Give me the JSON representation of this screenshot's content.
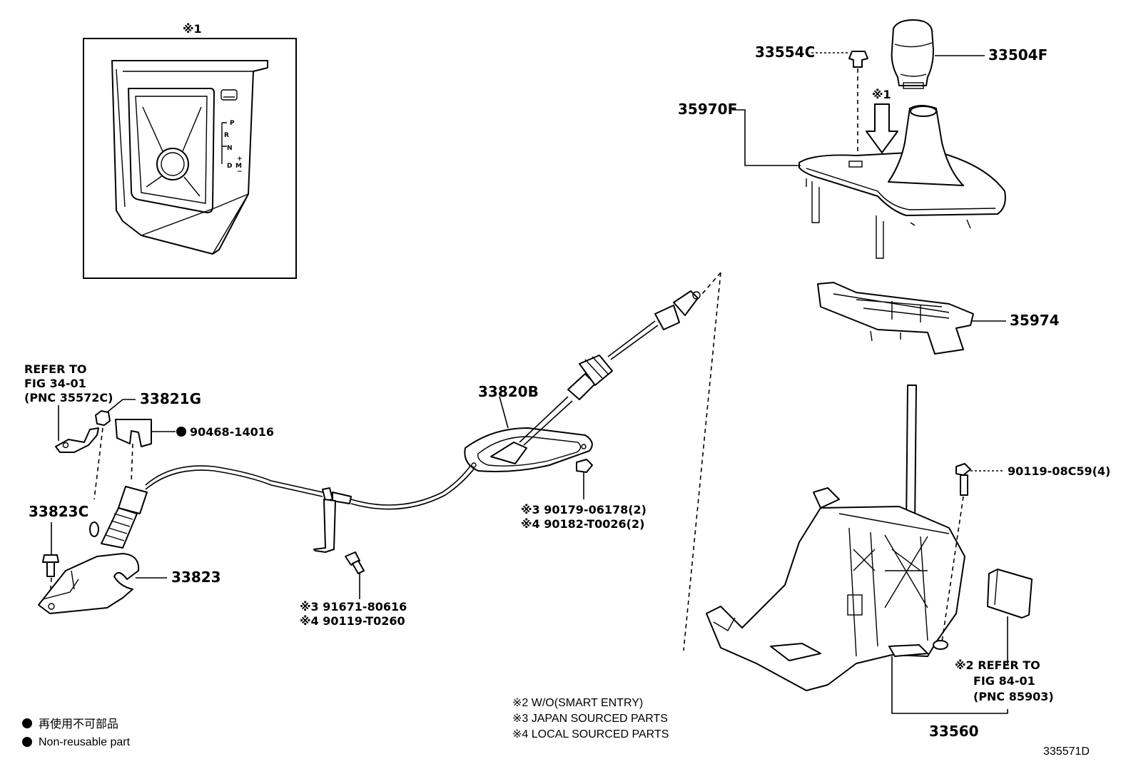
{
  "inset": {
    "marker": "※1"
  },
  "inset_shift_marks": {
    "p": "P",
    "r": "R",
    "n": "N",
    "d": "D",
    "m": "M",
    "plus": "+",
    "minus": "−"
  },
  "top_right": {
    "clip_label": "33554C",
    "knob_label": "33504F",
    "panel_label": "35970F",
    "arrow_marker": "※1",
    "plate_label": "35974"
  },
  "left_group": {
    "refer_line1": "REFER TO",
    "refer_line2": "FIG 34-01",
    "refer_line3": "(PNC 35572C)",
    "nut_label": "33821G",
    "clip_label": "90468-14016",
    "bolt_label": "33823C",
    "bracket_label": "33823"
  },
  "cable": {
    "cable_label": "33820B",
    "nut_line1": "※3 90179-06178(2)",
    "nut_line2": "※4 90182-T0026(2)",
    "bolt_line1": "※3 91671-80616",
    "bolt_line2": "※4 90119-T0260"
  },
  "right_group": {
    "bolt_label": "90119-08C59(4)",
    "refer_line1": "※2 REFER TO",
    "refer_line2": "FIG 84-01",
    "refer_line3": "(PNC 85903)",
    "housing_label": "33560"
  },
  "footnotes": {
    "n2": "※2 W/O(SMART ENTRY)",
    "n3": "※3 JAPAN SOURCED PARTS",
    "n4": "※4 LOCAL SOURCED PARTS"
  },
  "legend": {
    "jp": "再使用不可部品",
    "en": "Non-reusable part"
  },
  "figure_id": "335571D"
}
